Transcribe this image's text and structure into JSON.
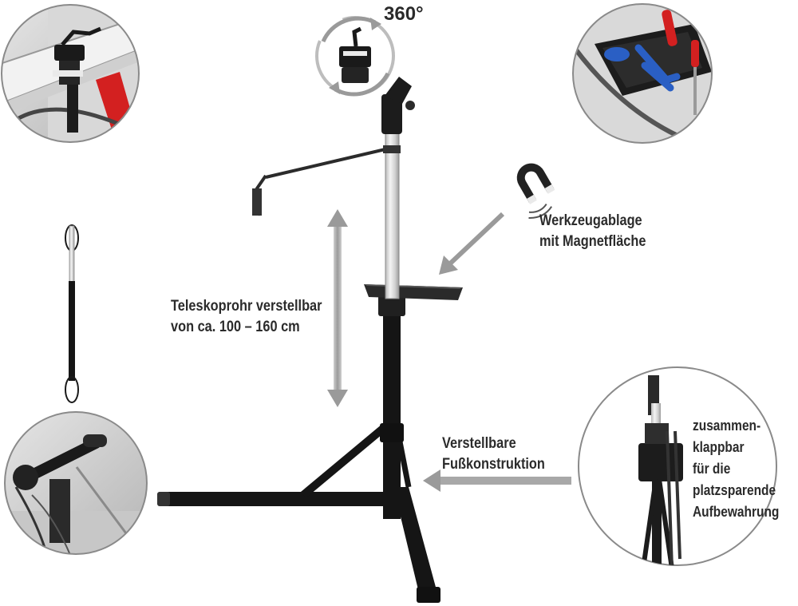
{
  "rotation_label": "360°",
  "telescope": {
    "line1": "Teleskoprohr verstellbar",
    "line2": "von ca. 100 – 160 cm"
  },
  "tool_tray": {
    "line1": "Werkzeugablage",
    "line2": "mit Magnetfläche"
  },
  "foot": {
    "line1": "Verstellbare",
    "line2": "Fußkonstruktion"
  },
  "fold": {
    "line1": "zusammen-",
    "line2": "klappbar",
    "line3": "für die",
    "line4": "platzsparende",
    "line5": "Aufbewahrung"
  },
  "colors": {
    "accent_red": "#d32020",
    "stand_black": "#151515",
    "arrow_grey": "#9a9a9a",
    "tool_blue": "#2a5fc4"
  }
}
